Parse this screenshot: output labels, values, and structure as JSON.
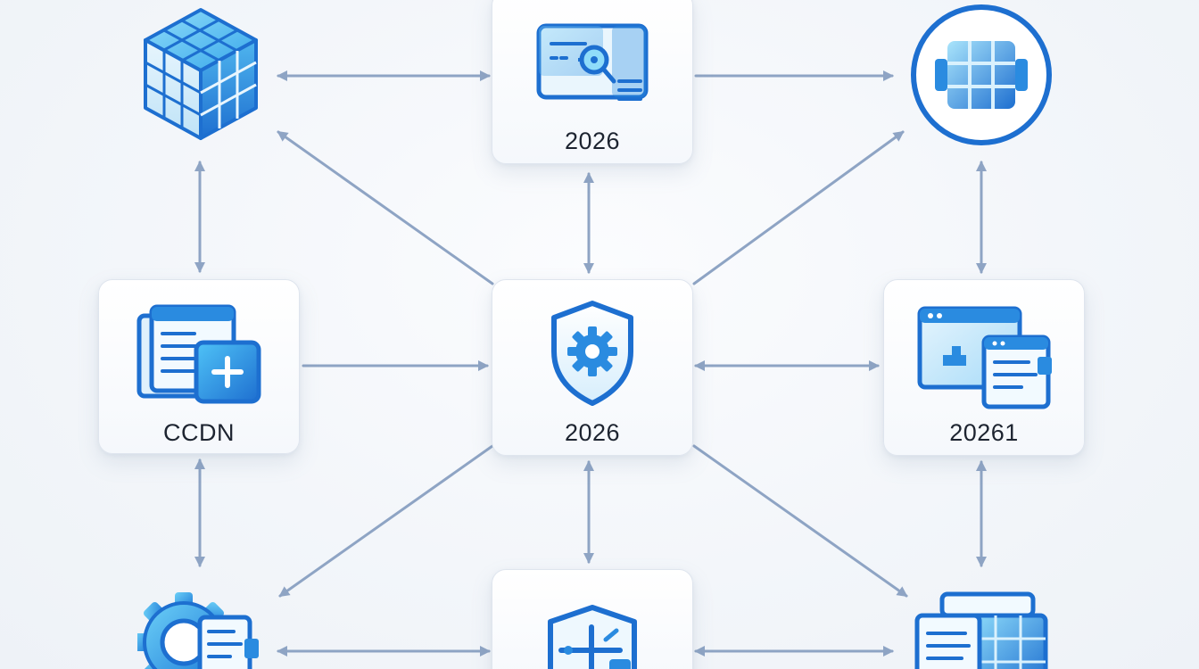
{
  "colors": {
    "background": "#f3f6fa",
    "card_border": "#dfe5ee",
    "icon_primary": "#1e7ad8",
    "icon_light": "#5fc2f2",
    "connector": "#8ea4c4",
    "label_text": "#1d2430"
  },
  "nodes": [
    {
      "id": "top-left",
      "icon": "cube-grid-icon",
      "label": ""
    },
    {
      "id": "top-center",
      "icon": "dashboard-target-icon",
      "label": "2026"
    },
    {
      "id": "top-right",
      "icon": "grid-circle-icon",
      "label": ""
    },
    {
      "id": "mid-left",
      "icon": "documents-plus-icon",
      "label": "CCDN"
    },
    {
      "id": "center",
      "icon": "shield-gear-icon",
      "label": "2026"
    },
    {
      "id": "mid-right",
      "icon": "browser-windows-icon",
      "label": "20261"
    },
    {
      "id": "bottom-left",
      "icon": "gear-document-icon",
      "label": ""
    },
    {
      "id": "bottom-center",
      "icon": "shield-tools-icon",
      "label": ""
    },
    {
      "id": "bottom-right",
      "icon": "stacked-documents-icon",
      "label": ""
    }
  ],
  "connections": [
    {
      "from": "top-left",
      "to": "top-center",
      "direction": "both"
    },
    {
      "from": "top-center",
      "to": "top-right",
      "direction": "forward"
    },
    {
      "from": "top-left",
      "to": "mid-left",
      "direction": "both"
    },
    {
      "from": "top-center",
      "to": "center",
      "direction": "both"
    },
    {
      "from": "top-right",
      "to": "mid-right",
      "direction": "both"
    },
    {
      "from": "center",
      "to": "top-left",
      "direction": "forward"
    },
    {
      "from": "center",
      "to": "top-right",
      "direction": "forward"
    },
    {
      "from": "mid-left",
      "to": "center",
      "direction": "forward"
    },
    {
      "from": "center",
      "to": "mid-right",
      "direction": "both"
    },
    {
      "from": "mid-left",
      "to": "bottom-left",
      "direction": "both"
    },
    {
      "from": "center",
      "to": "bottom-center",
      "direction": "both"
    },
    {
      "from": "mid-right",
      "to": "bottom-right",
      "direction": "both"
    },
    {
      "from": "center",
      "to": "bottom-left",
      "direction": "forward"
    },
    {
      "from": "center",
      "to": "bottom-right",
      "direction": "forward"
    },
    {
      "from": "bottom-left",
      "to": "bottom-center",
      "direction": "both"
    },
    {
      "from": "bottom-center",
      "to": "bottom-right",
      "direction": "both"
    }
  ]
}
